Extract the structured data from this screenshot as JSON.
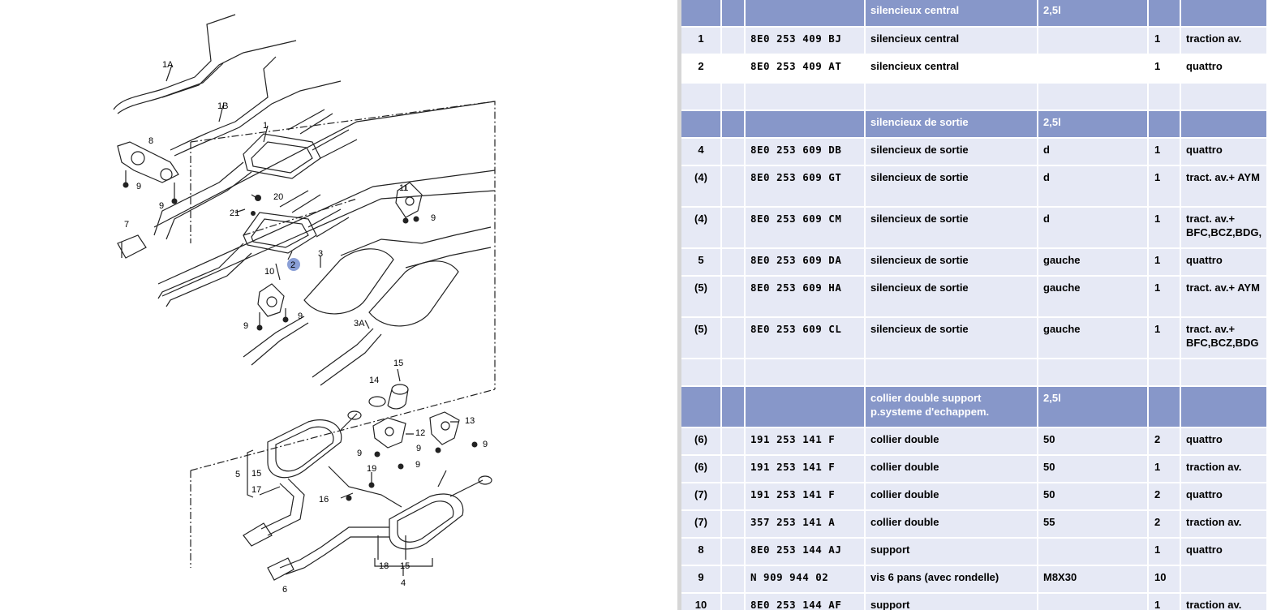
{
  "diagram": {
    "callouts": [
      "1A",
      "1B",
      "1",
      "2",
      "3",
      "3A",
      "4",
      "5",
      "6",
      "7",
      "8",
      "9",
      "10",
      "11",
      "12",
      "13",
      "14",
      "15",
      "16",
      "17",
      "18",
      "19",
      "20",
      "21"
    ],
    "highlight_color": "#8a9fd6"
  },
  "table": {
    "colors": {
      "header_bg": "#8797c9",
      "row_bg": "#e6e9f5",
      "selected_border": "#2c4a9a"
    },
    "rows": [
      {
        "type": "header",
        "cells": [
          "",
          "",
          "",
          "silencieux central",
          "2,5l",
          "",
          ""
        ]
      },
      {
        "type": "part",
        "cells": [
          "1",
          "",
          "8E0 253 409 BJ",
          "silencieux central",
          "",
          "1",
          "traction av."
        ]
      },
      {
        "type": "part",
        "selected": true,
        "cells": [
          "2",
          "",
          "8E0 253 409 AT",
          "silencieux central",
          "",
          "1",
          "quattro"
        ]
      },
      {
        "type": "spacer",
        "cells": [
          "",
          "",
          "",
          "",
          "",
          "",
          ""
        ]
      },
      {
        "type": "header",
        "cells": [
          "",
          "",
          "",
          "silencieux de sortie",
          "2,5l",
          "",
          ""
        ]
      },
      {
        "type": "part",
        "cells": [
          "4",
          "",
          "8E0 253 609 DB",
          "silencieux de sortie",
          "d",
          "1",
          "quattro"
        ]
      },
      {
        "type": "part",
        "cells": [
          "(4)",
          "",
          "8E0 253 609 GT",
          "silencieux de sortie",
          "d",
          "1",
          "tract. av.+ AYM"
        ]
      },
      {
        "type": "part",
        "cells": [
          "(4)",
          "",
          "8E0 253 609 CM",
          "silencieux de sortie",
          "d",
          "1",
          "tract. av.+ BFC,BCZ,BDG,"
        ]
      },
      {
        "type": "part",
        "cells": [
          "5",
          "",
          "8E0 253 609 DA",
          "silencieux de sortie",
          "gauche",
          "1",
          "quattro"
        ]
      },
      {
        "type": "part",
        "cells": [
          "(5)",
          "",
          "8E0 253 609 HA",
          "silencieux de sortie",
          "gauche",
          "1",
          "tract. av.+ AYM"
        ]
      },
      {
        "type": "part",
        "cells": [
          "(5)",
          "",
          "8E0 253 609 CL",
          "silencieux de sortie",
          "gauche",
          "1",
          "tract. av.+ BFC,BCZ,BDG"
        ]
      },
      {
        "type": "spacer",
        "cells": [
          "",
          "",
          "",
          "",
          "",
          "",
          ""
        ]
      },
      {
        "type": "header",
        "cells": [
          "",
          "",
          "",
          "collier double support p.systeme d'echappem.",
          "2,5l",
          "",
          ""
        ]
      },
      {
        "type": "part",
        "cells": [
          "(6)",
          "",
          "191 253 141 F",
          "collier double",
          "50",
          "2",
          "quattro"
        ]
      },
      {
        "type": "part",
        "cells": [
          "(6)",
          "",
          "191 253 141 F",
          "collier double",
          "50",
          "1",
          "traction av."
        ]
      },
      {
        "type": "part",
        "cells": [
          "(7)",
          "",
          "191 253 141 F",
          "collier double",
          "50",
          "2",
          "quattro"
        ]
      },
      {
        "type": "part",
        "cells": [
          "(7)",
          "",
          "357 253 141 A",
          "collier double",
          "55",
          "2",
          "traction av."
        ]
      },
      {
        "type": "part",
        "cells": [
          "8",
          "",
          "8E0 253 144 AJ",
          "support",
          "",
          "1",
          "quattro"
        ]
      },
      {
        "type": "part",
        "cells": [
          "9",
          "",
          "N 909 944 02",
          "vis 6 pans (avec rondelle)",
          "M8X30",
          "10",
          ""
        ]
      },
      {
        "type": "part",
        "cells": [
          "10",
          "",
          "8E0 253 144 AF",
          "support",
          "",
          "1",
          "traction av."
        ]
      }
    ]
  }
}
